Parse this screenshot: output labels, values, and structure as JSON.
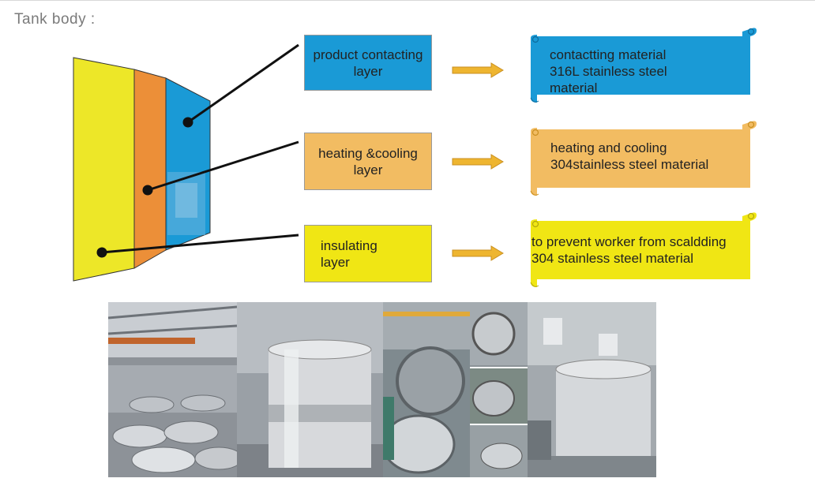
{
  "heading": "Tank  body :",
  "layers": [
    {
      "lines": [
        "product contacting",
        "layer"
      ],
      "color": "#1a9ad6"
    },
    {
      "lines": [
        "heating &cooling",
        "layer"
      ],
      "color": "#f2bc62"
    },
    {
      "lines": [
        "insulating",
        "layer"
      ],
      "color": "#f0e614"
    }
  ],
  "materials": [
    {
      "lines": [
        "contactting material",
        "316L stainless steel",
        "material"
      ],
      "color": "#1a9ad6"
    },
    {
      "lines": [
        "heating and cooling",
        "304stainless steel material"
      ],
      "color": "#f2bc62"
    },
    {
      "lines": [
        "to prevent worker from scaldding",
        "304 stainless steel material"
      ],
      "color": "#f0e614"
    }
  ],
  "colors": {
    "wall_yellow": "#ede728",
    "wall_orange": "#ec8f38",
    "wall_blue": "#1a9ad6",
    "arrow": "#eeb530",
    "photo_steel": "#b9bcc0"
  }
}
